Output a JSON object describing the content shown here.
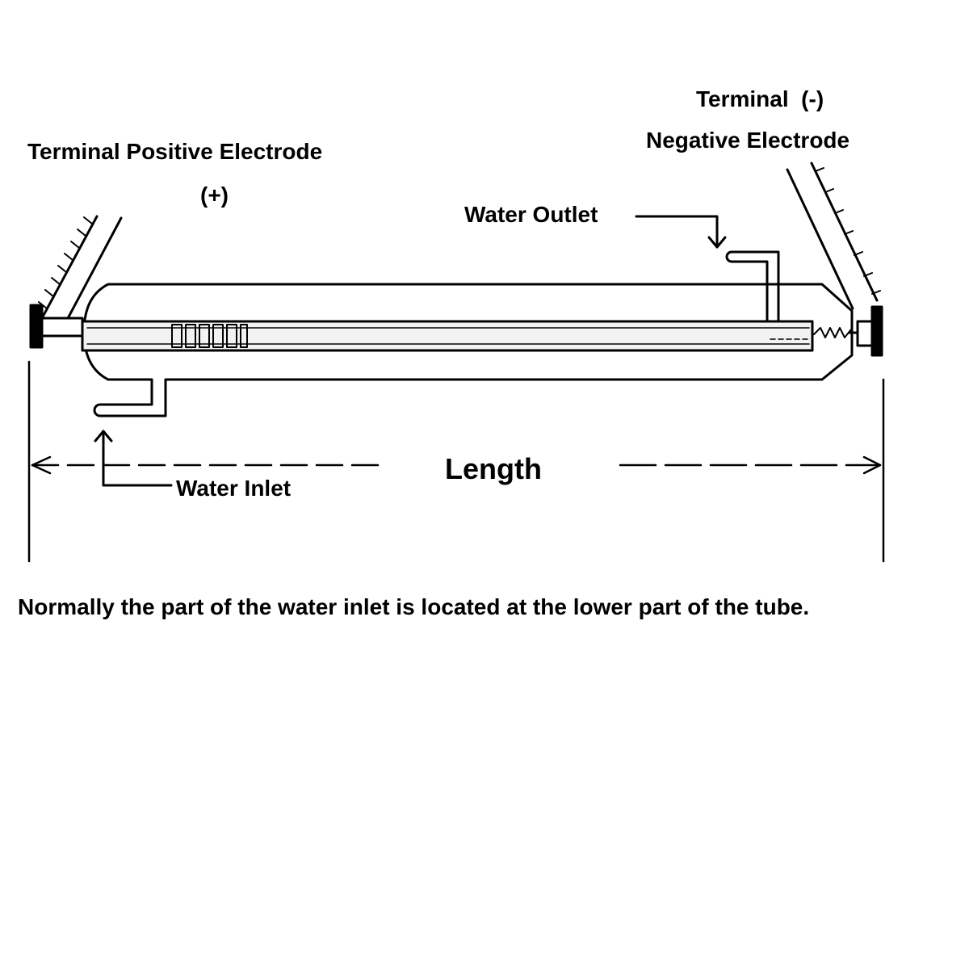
{
  "labels": {
    "positive_terminal": "Terminal Positive Electrode",
    "positive_sign": "(+)",
    "negative_terminal": "Terminal  (-)",
    "negative_electrode": "Negative Electrode",
    "water_outlet": "Water Outlet",
    "water_inlet": "Water Inlet",
    "length": "Length"
  },
  "note": "Normally the part of the water inlet is located at the lower part of the tube.",
  "colors": {
    "line": "#000000",
    "background": "#ffffff",
    "inner_tube_fill": "#f2f2f2"
  }
}
